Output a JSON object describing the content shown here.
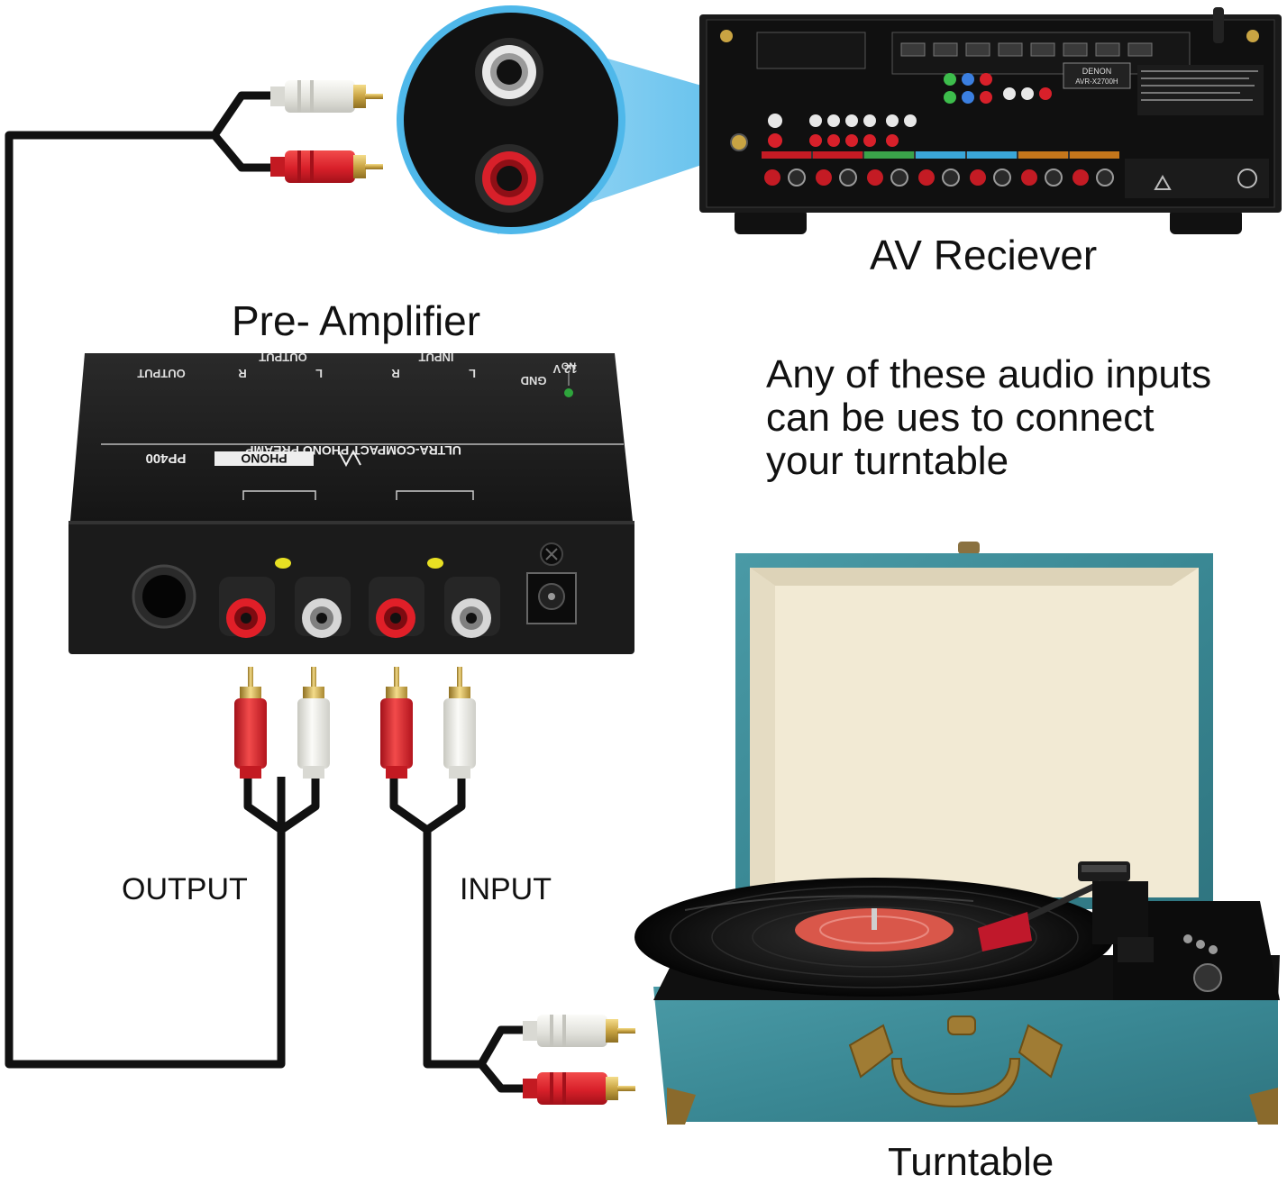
{
  "labels": {
    "av_receiver": "AV Reciever",
    "preamp": "Pre- Amplifier",
    "turntable": "Turntable",
    "output": "OUTPUT",
    "input": "INPUT"
  },
  "note_lines": [
    "Any of these audio inputs",
    "can be ues to connect",
    "your turntable"
  ],
  "preamp_panel": {
    "brand": "PHONO",
    "model": "PP400",
    "subtitle": "ULTRA-COMPACT PHONO PREAMP",
    "on": "ON",
    "output_group": "OUTPUT",
    "input_group": "INPUT",
    "jack_r": "R",
    "jack_l": "L",
    "jack_output": "OUTPUT",
    "power_12v": "12 V",
    "gnd": "GND"
  },
  "receiver_panel": {
    "brand": "DENON",
    "model": "AVR-X2700H"
  },
  "colors": {
    "cable": "#111111",
    "rca_red": "#d8202a",
    "rca_white": "#eeeeea",
    "zoom_blue": "#4fb8ea",
    "case_teal": "#3f8f9a",
    "lid_cream": "#f2ead4",
    "record_label": "#d9574a"
  }
}
